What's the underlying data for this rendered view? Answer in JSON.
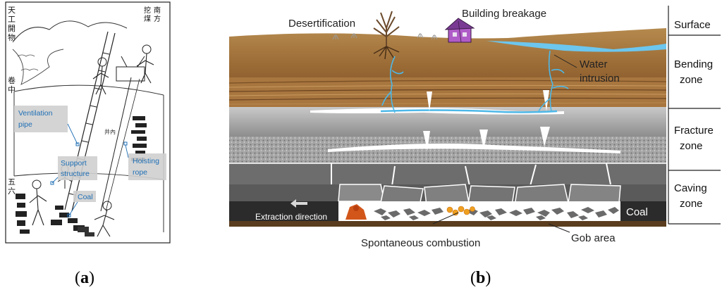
{
  "panel_a": {
    "labels": {
      "ventilation_pipe": "Ventilation\npipe",
      "support_structure": "Support\nstructure",
      "hoisting_rope": "Hoisting\nrope",
      "coal": "Coal"
    },
    "chinese_text": {
      "col1": "天工開物",
      "col2": "卷中",
      "page": "五六",
      "top_right": "南方\n挖煤",
      "well": "井內"
    }
  },
  "panel_b": {
    "labels": {
      "desertification": "Desertification",
      "building_breakage": "Building breakage",
      "water_intrusion": "Water\nintrusion",
      "extraction_direction": "Extraction direction",
      "coal": "Coal",
      "spontaneous_combustion": "Spontaneous combustion",
      "gob_area": "Gob area"
    },
    "zones": [
      "Surface",
      "Bending\nzone",
      "Fracture\nzone",
      "Caving\nzone"
    ]
  },
  "captions": {
    "a": "a",
    "b": "b"
  },
  "colors": {
    "label_blue": "#1f6fb5",
    "soil_brown": "#9a6a35",
    "water_blue": "#4db8e8",
    "rock_dark": "#555555",
    "coal_black": "#222222"
  }
}
